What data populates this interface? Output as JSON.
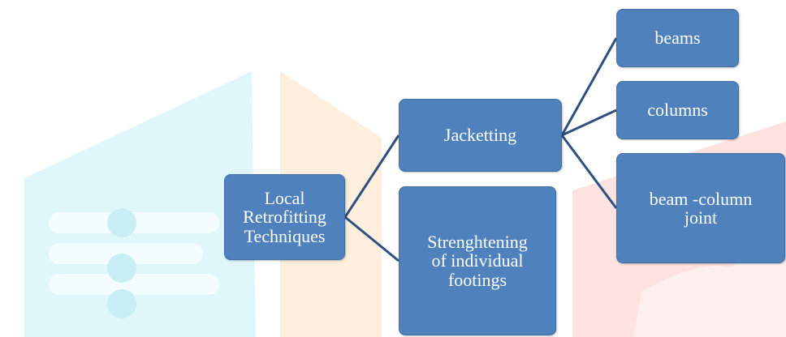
{
  "diagram": {
    "nodes": {
      "root": "Local\nRetrofitting\nTechniques",
      "jacketting": "Jacketting",
      "footings": "Strenghtening\nof individual\nfootings",
      "beams": "beams",
      "columns": "columns",
      "joint": "beam -column\njoint"
    },
    "edges": [
      [
        "root",
        "jacketting"
      ],
      [
        "root",
        "footings"
      ],
      [
        "jacketting",
        "beams"
      ],
      [
        "jacketting",
        "columns"
      ],
      [
        "jacketting",
        "joint"
      ]
    ]
  },
  "colors": {
    "node_fill": "#4f81bd",
    "edge": "#2f4f7f",
    "watermark_cyan": "#dff7fb",
    "watermark_orange": "#fdeedd",
    "watermark_red": "#fde3e0"
  }
}
